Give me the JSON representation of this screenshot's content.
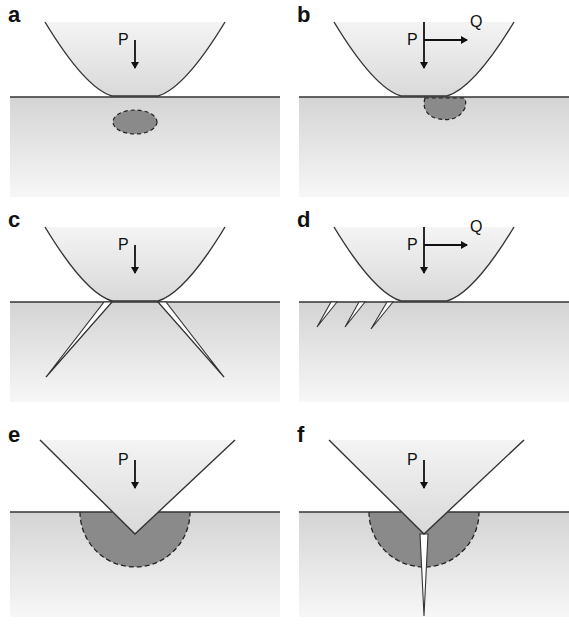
{
  "diagram": {
    "labels": [
      "a",
      "P",
      "b",
      "P",
      "Q",
      "c",
      "P",
      "d",
      "P",
      "Q",
      "e",
      "P",
      "f",
      "P"
    ]
  }
}
